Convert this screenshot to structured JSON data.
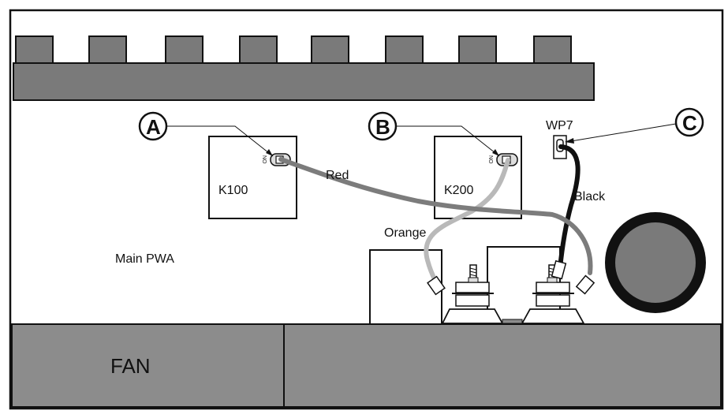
{
  "labels": {
    "board": "Main PWA",
    "relay_k100": "K100",
    "relay_k200": "K200",
    "connector_wp7": "WP7",
    "fan": "FAN",
    "on_marking": "NO"
  },
  "wires": {
    "red": "Red",
    "orange": "Orange",
    "black": "Black"
  },
  "callouts": {
    "a": "A",
    "b": "B",
    "c": "C"
  },
  "colors": {
    "outline": "#111111",
    "component_fill": "#7a7a7a",
    "fan_fill": "#8c8c8c",
    "red_wire": "#7c7c7c",
    "orange_wire": "#b9b9b9",
    "black_wire": "#111111",
    "background": "#ffffff"
  }
}
